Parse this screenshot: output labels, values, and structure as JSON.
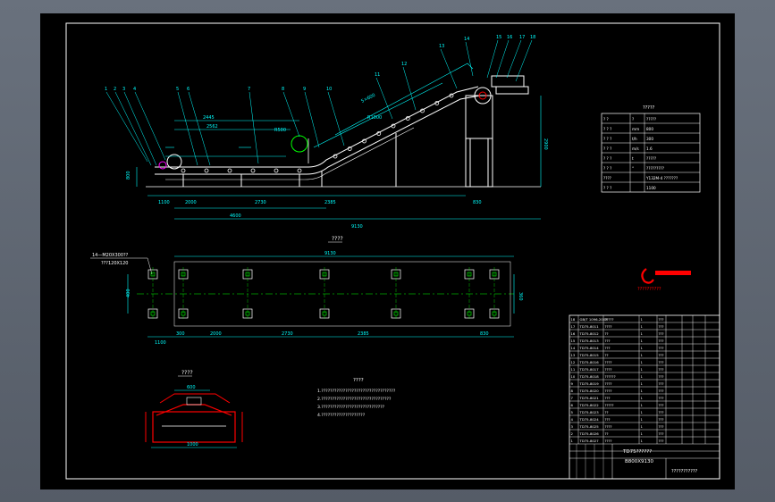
{
  "colors": {
    "background": "#5c6470",
    "sheet": "#000000",
    "frame": "#ffffff",
    "dimension": "#00ffff",
    "structure": "#ffffff",
    "centerline": "#00ff00",
    "anchor": "#ffff00",
    "accent": "#ff0000",
    "magenta": "#ff00ff"
  },
  "elevation": {
    "balloons": [
      "1",
      "2",
      "3",
      "4",
      "5",
      "6",
      "7",
      "8",
      "9",
      "10",
      "11",
      "12",
      "13",
      "14",
      "15",
      "16",
      "17",
      "18"
    ],
    "dims": {
      "horizontal_total": "9130",
      "section_a": "4600",
      "seg_1100": "1100",
      "seg_2000": "2000",
      "seg_2730": "2730",
      "seg_2385": "2385",
      "seg_830": "830",
      "top_2445": "2445",
      "top_2562": "2562",
      "height": "2900",
      "left_h": "800",
      "r_top": "R500",
      "r_mid": "R1000",
      "slope": "5×600"
    }
  },
  "plan": {
    "title": "????",
    "dim_top": "9130",
    "bolt_note_1": "14—M20X300??",
    "bolt_note_2": "???120X120",
    "dim_left": "400",
    "dim_right": "360",
    "dims_bottom": [
      "1100",
      "300",
      "2000",
      "2730",
      "2385",
      "830"
    ]
  },
  "section": {
    "title": "????",
    "dim_top": "600",
    "dim_bottom": "1000"
  },
  "notes": {
    "title": "????",
    "lines": [
      "1.??????????????????????????????????",
      "2.????????????????????????????????",
      "3.?????????????????????????????",
      "4.????????????????????"
    ]
  },
  "spec_table": {
    "title": "?????",
    "rows": [
      [
        "? ?",
        "?",
        "?????"
      ],
      [
        "? ? ?",
        "mm",
        "800"
      ],
      [
        "? ? ?",
        "t/h",
        "300"
      ],
      [
        "? ? ?",
        "m/s",
        "1.6"
      ],
      [
        "? ? ?",
        "t",
        "?????"
      ],
      [
        "? ? ?",
        "°",
        "?????????"
      ],
      [
        "????",
        "",
        "Y132M-4 ???????"
      ],
      [
        "? ? ?",
        "",
        "1100"
      ]
    ]
  },
  "logo_text": "??????????",
  "bom": {
    "rows": [
      [
        "18",
        "GB/T 1096-2003",
        "?????",
        "1",
        "???",
        "",
        "",
        ""
      ],
      [
        "17",
        "TD75-8011",
        "????",
        "1",
        "???",
        "",
        "",
        ""
      ],
      [
        "16",
        "TD75-8012",
        "??",
        "1",
        "???",
        "",
        "",
        ""
      ],
      [
        "15",
        "TD75-8013",
        "???",
        "1",
        "???",
        "",
        "",
        ""
      ],
      [
        "14",
        "TD75-8014",
        "???",
        "1",
        "???",
        "",
        "",
        ""
      ],
      [
        "13",
        "TD75-8015",
        "??",
        "1",
        "???",
        "",
        "",
        ""
      ],
      [
        "12",
        "TD75-8016",
        "????",
        "1",
        "???",
        "",
        "",
        ""
      ],
      [
        "11",
        "TD75-8017",
        "????",
        "1",
        "???",
        "",
        "",
        ""
      ],
      [
        "10",
        "TD75-8018",
        "??????",
        "1",
        "???",
        "",
        "",
        ""
      ],
      [
        "9",
        "TD75-8019",
        "????",
        "1",
        "???",
        "",
        "",
        ""
      ],
      [
        "8",
        "TD75-8020",
        "????",
        "1",
        "???",
        "",
        "",
        ""
      ],
      [
        "7",
        "TD75-8021",
        "???",
        "1",
        "???",
        "",
        "",
        ""
      ],
      [
        "6",
        "TD75-8022",
        "?????",
        "1",
        "???",
        "",
        "",
        ""
      ],
      [
        "5",
        "TD75-8023",
        "??",
        "1",
        "???",
        "",
        "",
        ""
      ],
      [
        "4",
        "TD75-8024",
        "???",
        "1",
        "???",
        "",
        "",
        ""
      ],
      [
        "3",
        "TD75-8025",
        "????",
        "1",
        "???",
        "",
        "",
        ""
      ],
      [
        "2",
        "TD75-8026",
        "??",
        "1",
        "???",
        "",
        "",
        ""
      ],
      [
        "1",
        "TD75-8027",
        "????",
        "1",
        "???",
        "",
        "",
        ""
      ]
    ],
    "footer": {
      "title": "TD75??????",
      "code": "B800X9130",
      "company": "???????????"
    }
  }
}
